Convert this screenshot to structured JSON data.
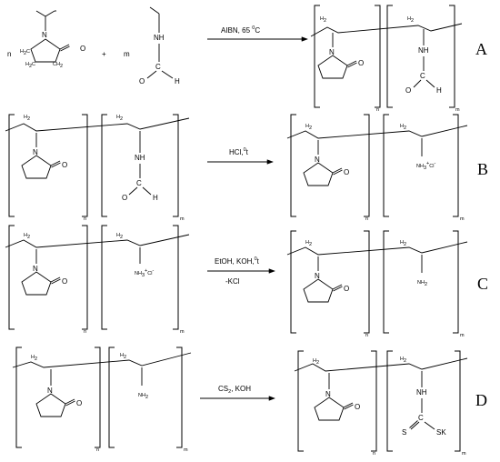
{
  "steps": [
    {
      "label": "A",
      "reagent": "AIBN, 65 ",
      "reagent_sup": "0",
      "reagent_tail": "C",
      "reagent2": ""
    },
    {
      "label": "B",
      "reagent": "HCl,",
      "reagent_sup": "0",
      "reagent_tail": "t",
      "reagent2": ""
    },
    {
      "label": "C",
      "reagent": "EtOH, KOH,",
      "reagent_sup": "0",
      "reagent_tail": "t",
      "reagent2": "-KCl"
    },
    {
      "label": "D",
      "reagent": "CS",
      "reagent_sup": "2",
      "reagent_tail": ", KOH",
      "reagent2": ""
    }
  ],
  "coefficients": {
    "n": "n",
    "m": "m",
    "plus": "+"
  },
  "atoms": {
    "N": "N",
    "O": "O",
    "H": "H",
    "C": "C",
    "S": "S",
    "NH": "NH",
    "NH2": "NH",
    "NH3": "NH",
    "Cl": "Cl",
    "SK": "SK",
    "H2C": "H",
    "CH2": "CH",
    "H2": "H",
    "2": "2",
    "3": "3",
    "plus_sign": "+",
    "minus_sign": "-"
  }
}
